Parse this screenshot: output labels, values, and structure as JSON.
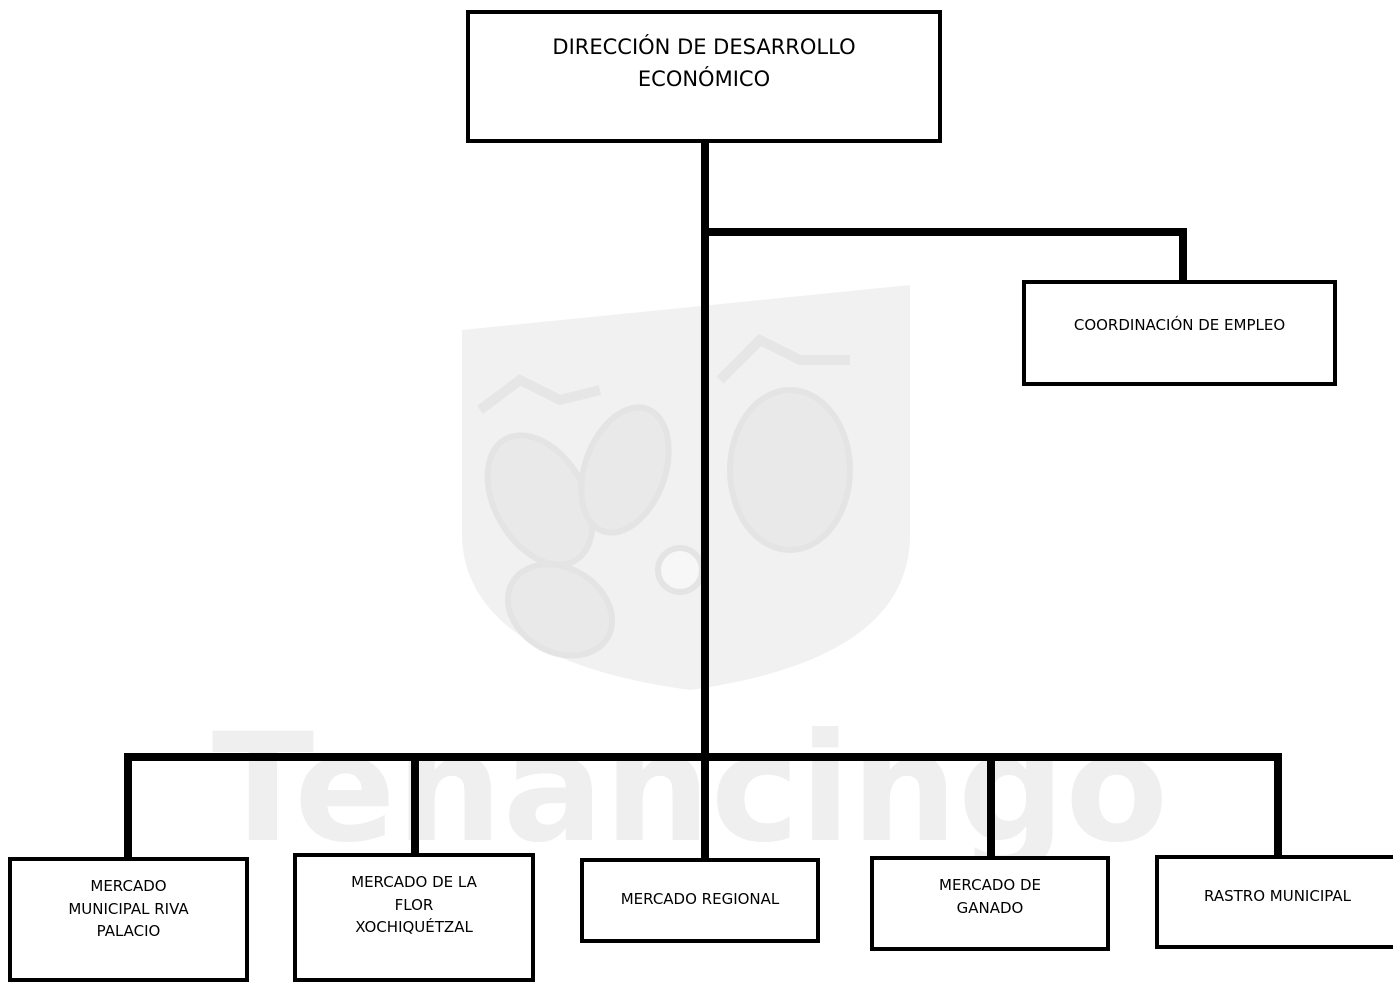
{
  "org_chart": {
    "head": {
      "label": "DIRECCIÓN DE DESARROLLO\nECONÓMICO"
    },
    "staff_unit": {
      "label": "COORDINACIÓN DE EMPLEO"
    },
    "units": [
      {
        "label": "MERCADO\nMUNICIPAL RIVA\nPALACIO"
      },
      {
        "label": "MERCADO DE LA\nFLOR\nXOCHIQUÉTZAL"
      },
      {
        "label": "MERCADO REGIONAL"
      },
      {
        "label": "MERCADO DE\nGANADO"
      },
      {
        "label": "RASTRO MUNICIPAL"
      }
    ]
  },
  "watermark": {
    "logo": "tenancingo-municipal-logo",
    "text": "Tenancingo",
    "color": "#ececec"
  },
  "colors": {
    "line": "#000000",
    "box_border": "#000000",
    "background": "#ffffff"
  }
}
